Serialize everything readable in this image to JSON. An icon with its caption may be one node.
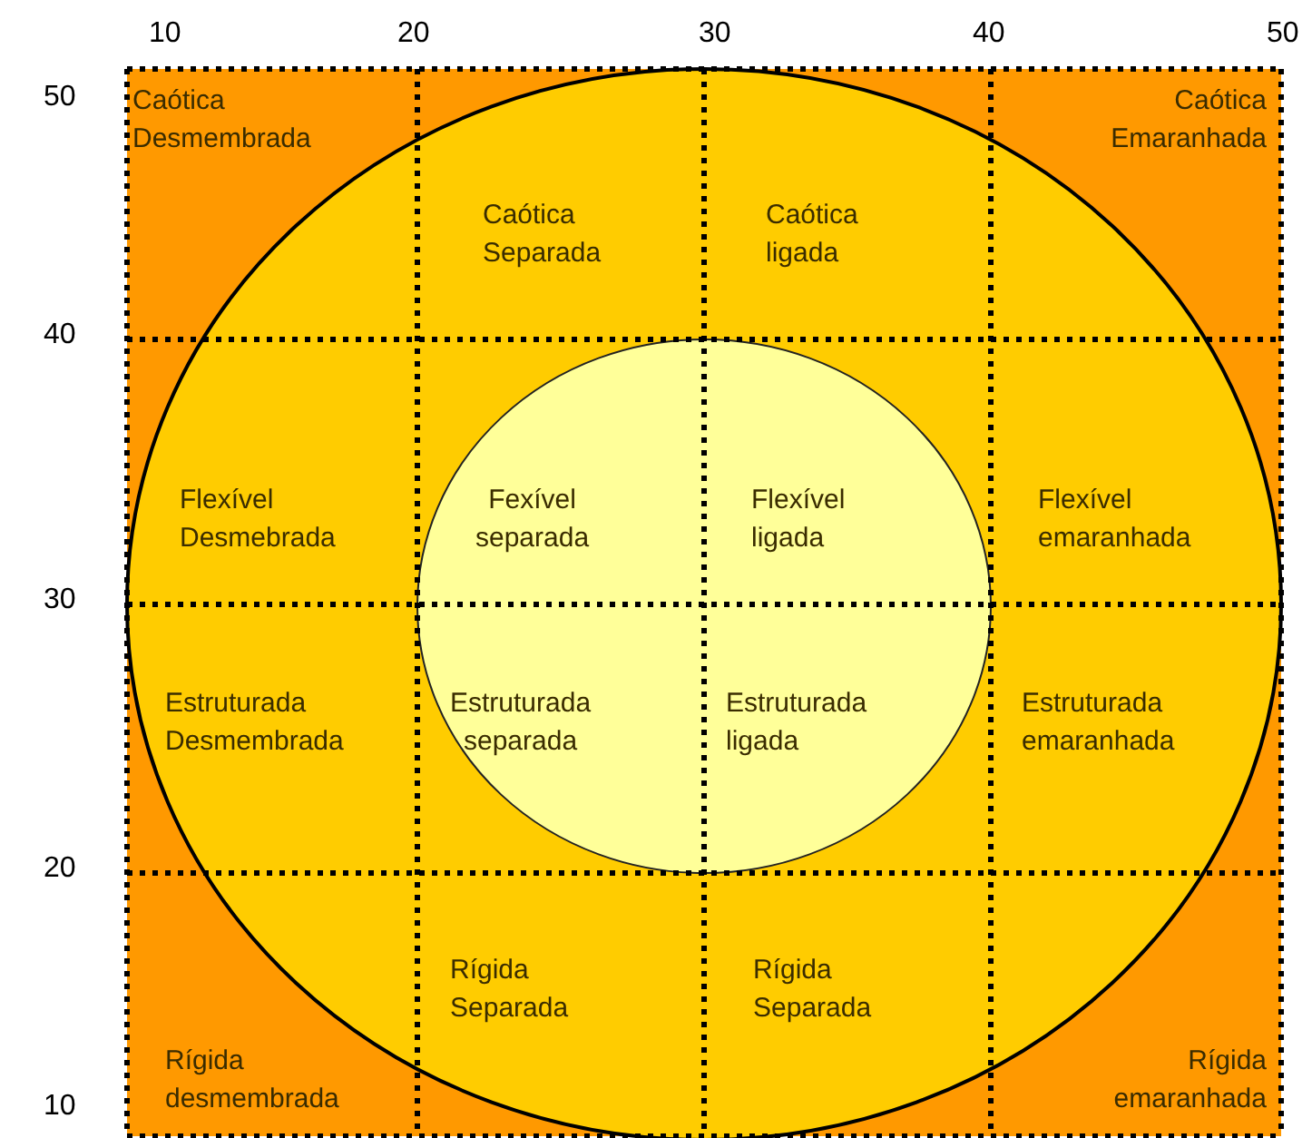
{
  "diagram": {
    "labels": [
      "10",
      "20",
      "30",
      "40",
      "50",
      "50",
      "40",
      "30",
      "20",
      "10",
      "Caótica Desmembrada",
      "Caótica Separada",
      "Caótica ligada",
      "Caótica Emaranhada",
      "Flexível Desmebrada",
      "Fexível separada",
      "Flexível ligada",
      "Flexível emaranhada",
      "Estruturada Desmembrada",
      "Estruturada separada",
      "Estruturada ligada",
      "Estruturada emaranhada",
      "Rígida desmembrada",
      "Rígida Separada",
      "Rígida Separada",
      "Rígida emaranhada"
    ]
  }
}
